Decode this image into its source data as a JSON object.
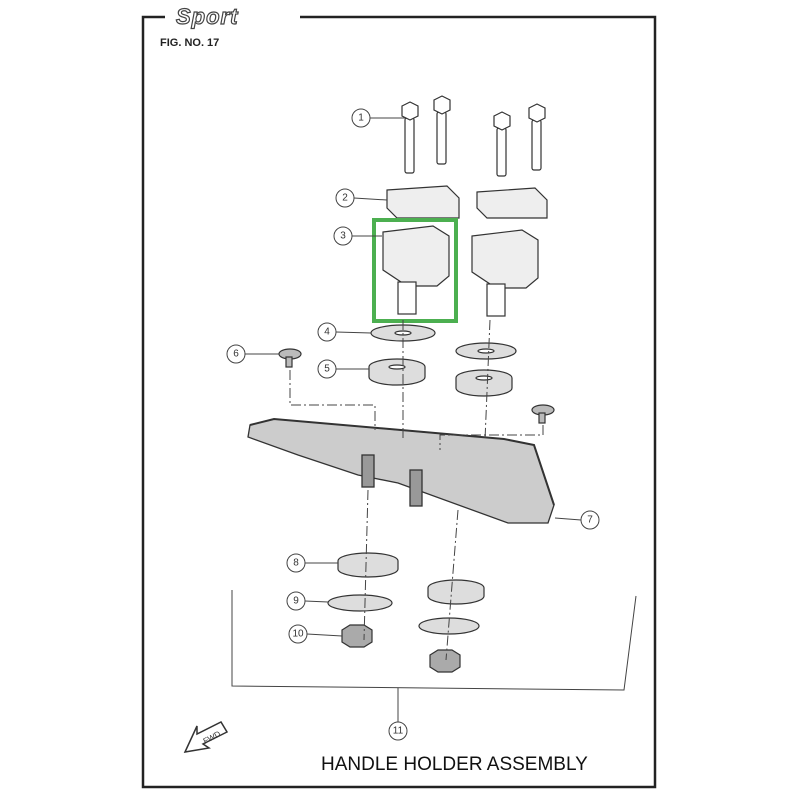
{
  "brand": "Sport",
  "figure_label": "FIG. NO. 17",
  "title": "HANDLE HOLDER ASSEMBLY",
  "fwd_label": "FWD",
  "highlight_color": "#4caf50",
  "callouts": [
    "1",
    "2",
    "3",
    "4",
    "5",
    "6",
    "7",
    "8",
    "9",
    "10",
    "11"
  ],
  "highlighted_part": "3"
}
